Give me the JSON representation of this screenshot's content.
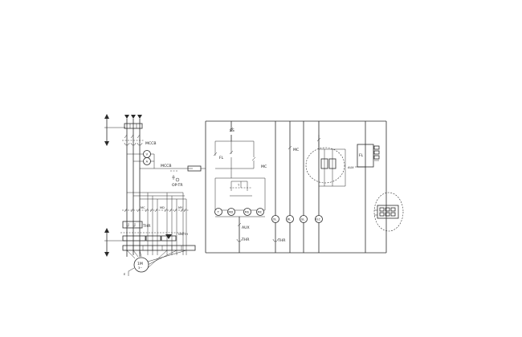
{
  "labels": {
    "mccb_main": "MCCB",
    "voltmeter": "V",
    "ammeter": "A",
    "mccb_ctrl": "MCCB",
    "op_tr": "OP-TR",
    "thr_power": "THR",
    "motor": "1M",
    "motor_sub": "3~",
    "earth": "E",
    "small_note": "NM/TH",
    "mc_l": "MC",
    "md_l": "MD",
    "my_l": "MY",
    "ss": "SS",
    "fl": "FL",
    "mc_aux": "MC",
    "t_cap": "T",
    "coil_t": "T",
    "coil_md": "MD",
    "coil_ms": "MS",
    "coil_mc": "MC",
    "aux": "AUX",
    "thr_ctrl": "THR",
    "mc_branch": "MC",
    "lamp1": "OL",
    "lamp2": "RL",
    "lamp3": "GL",
    "lamp4": "FLC",
    "fl_box": "FL",
    "aux_small": "AUX"
  }
}
